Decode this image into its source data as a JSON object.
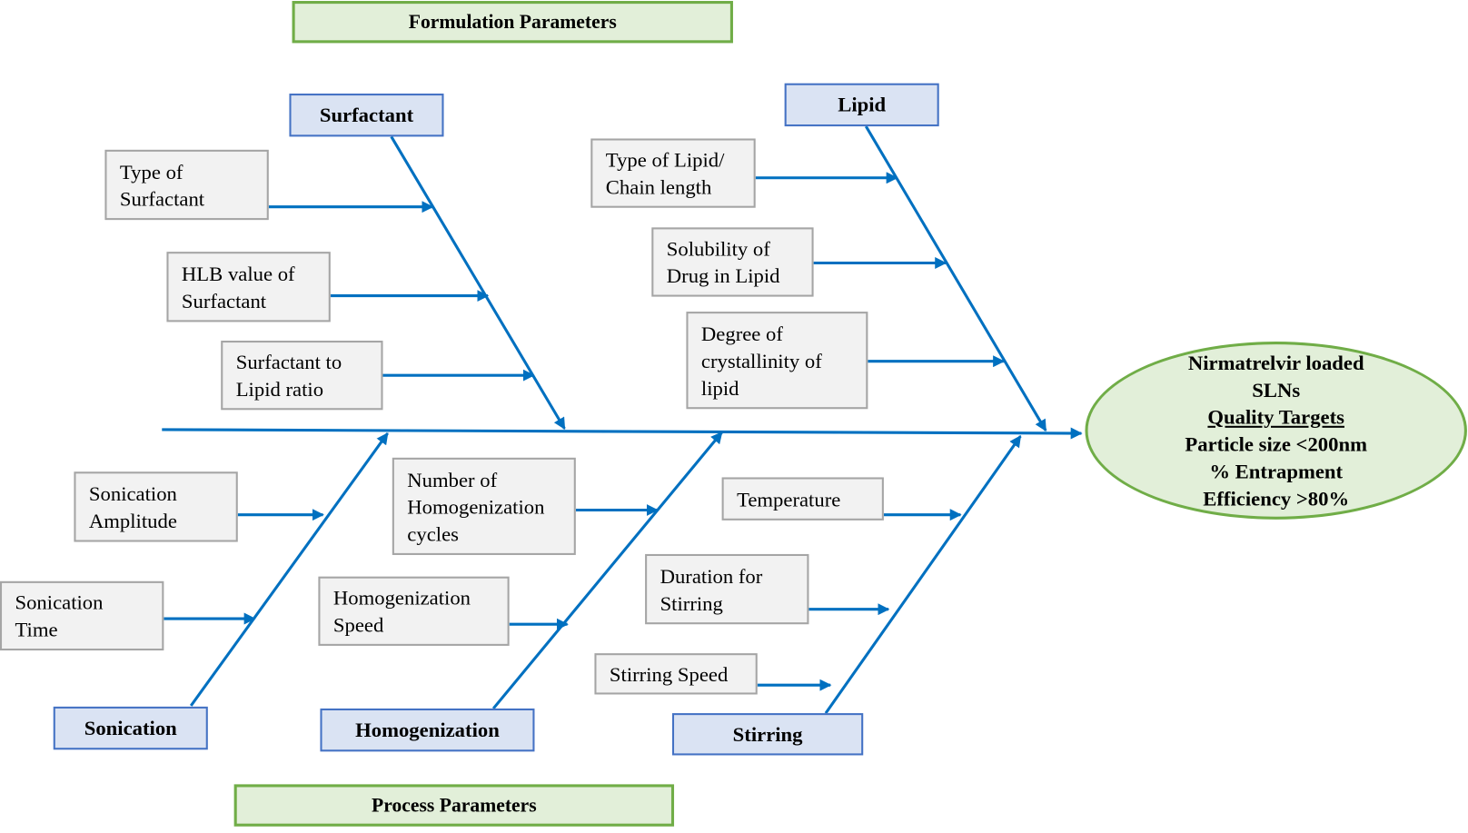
{
  "diagram": {
    "type": "fishbone (Ishikawa) diagram",
    "line_color": "#0070c0",
    "sections": {
      "top": "Formulation Parameters",
      "bottom": "Process Parameters"
    },
    "effect": {
      "title_line1": "Nirmatrelvir loaded",
      "title_line2": "SLNs",
      "heading": "Quality Targets",
      "target1": "Particle size <200nm",
      "target2_line1": "% Entrapment",
      "target2_line2": "Efficiency >80%"
    },
    "categories": [
      {
        "name": "Surfactant",
        "side": "top",
        "causes": [
          "Type of\nSurfactant",
          "HLB value of\nSurfactant",
          "Surfactant to\nLipid ratio"
        ]
      },
      {
        "name": "Lipid",
        "side": "top",
        "causes": [
          "Type of Lipid/\nChain length",
          "Solubility of\nDrug in Lipid",
          "Degree of\ncrystallinity of\nlipid"
        ]
      },
      {
        "name": "Sonication",
        "side": "bottom",
        "causes": [
          "Sonication\nAmplitude",
          "Sonication\nTime"
        ]
      },
      {
        "name": "Homogenization",
        "side": "bottom",
        "causes": [
          "Number of\nHomogenization\ncycles",
          "Homogenization\nSpeed"
        ]
      },
      {
        "name": "Stirring",
        "side": "bottom",
        "causes": [
          "Temperature",
          "Duration for\nStirring",
          "Stirring Speed"
        ]
      }
    ]
  }
}
